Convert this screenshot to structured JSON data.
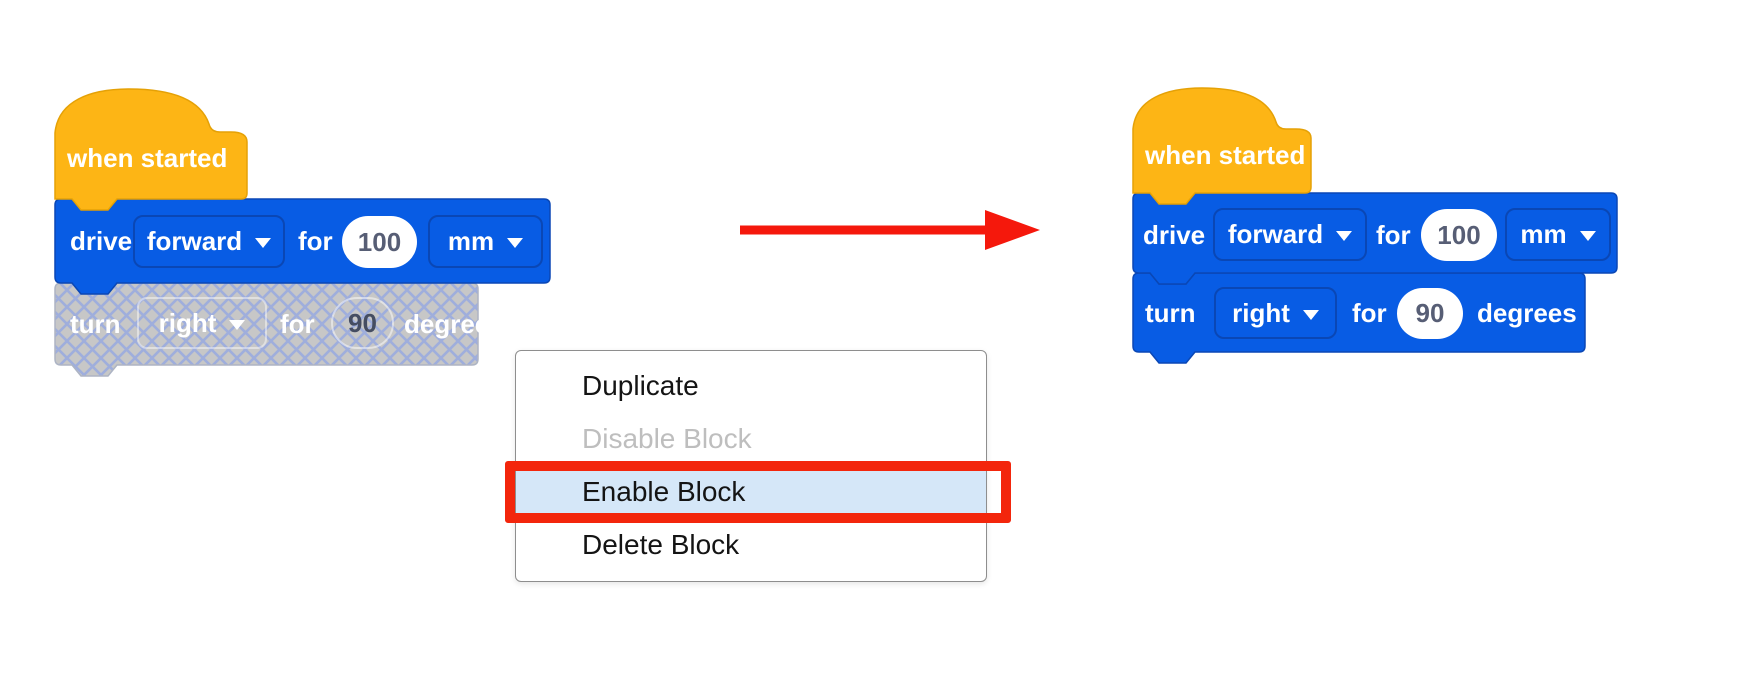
{
  "left_stack": {
    "state": "turn block disabled",
    "hat_label": "when started",
    "drive_block": {
      "verb": "drive",
      "direction": "forward",
      "for": "for",
      "distance": "100",
      "unit": "mm"
    },
    "turn_block": {
      "verb": "turn",
      "direction": "right",
      "for": "for",
      "angle": "90",
      "unit_label": "degrees"
    }
  },
  "right_stack": {
    "state": "turn block enabled",
    "hat_label": "when started",
    "drive_block": {
      "verb": "drive",
      "direction": "forward",
      "for": "for",
      "distance": "100",
      "unit": "mm"
    },
    "turn_block": {
      "verb": "turn",
      "direction": "right",
      "for": "for",
      "angle": "90",
      "unit_label": "degrees"
    }
  },
  "context_menu": {
    "items": [
      {
        "label": "Duplicate",
        "state": "default"
      },
      {
        "label": "Disable Block",
        "state": "disabled"
      },
      {
        "label": "Enable Block",
        "state": "selected"
      },
      {
        "label": "Delete Block",
        "state": "default"
      }
    ]
  },
  "colors": {
    "hat_block_orange": "#FDB515",
    "command_block_blue": "#085CE4",
    "command_block_border": "#0A47B5",
    "disabled_block_gray": "#C7C7C7",
    "disabled_block_hatch": "#9FAEDC",
    "value_text": "#575E75",
    "annotation_red": "#F3260C",
    "menu_selected_highlight": "#D5E7F8",
    "menu_disabled_text": "#BEBEBE"
  }
}
